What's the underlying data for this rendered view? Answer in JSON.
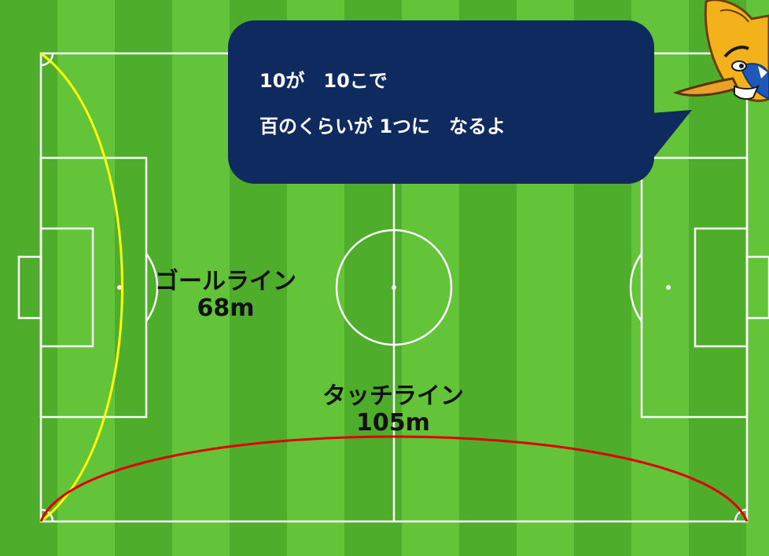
{
  "labels": {
    "goal_line_name": "ゴールライン",
    "goal_line_length": "68m",
    "touch_line_name": "タッチライン",
    "touch_line_length": "105m"
  },
  "speech_bubble": {
    "line1": "10が　10こで",
    "line2": "百のくらいが 1つに　なるよ"
  },
  "colors": {
    "grass_dark": "#4fad2c",
    "grass_light": "#63c43a",
    "field_lines": "#ffffff",
    "goal_line_arc": "#ffff00",
    "touch_line_arc": "#e00000",
    "bubble": "#0f2a5e"
  },
  "mascot": {
    "icon": "bird-mascot-icon"
  }
}
